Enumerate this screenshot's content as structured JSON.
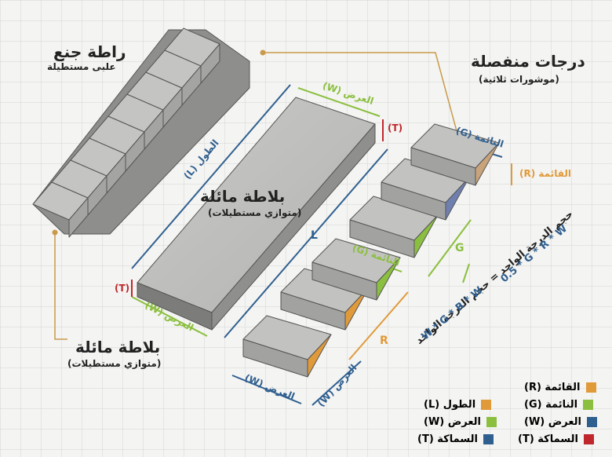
{
  "titles": {
    "stair": {
      "title": "راطة جنع",
      "subtitle": "علبى مستطيلة"
    },
    "steps": {
      "title": "درجات منفصلة",
      "subtitle": "(موشورات ثلاثية)"
    },
    "slab_center": {
      "title": "بلاطة مائلة",
      "subtitle": "(متوازي مستطيلات)"
    },
    "slab_bottom": {
      "title": "بلاطة مائلة",
      "subtitle": "(متوازي مستطيلات)"
    }
  },
  "dims": {
    "slab_length": "الطول (L)",
    "slab_width_top": "العرض (W)",
    "slab_width_bottom": "العرض (W)",
    "slab_t_top": "(T)",
    "slab_t_bottom": "(T)",
    "slab_L": "L",
    "step_going_top": "النائمة (G)",
    "step_rise_top": "القائمة (R)",
    "step_going_mid": "النائمة (G)",
    "step_G": "G",
    "step_R": "R",
    "step_width_a": "العرض (W)",
    "step_width_b": "العرض (W)"
  },
  "formula": {
    "line1": "حجم الدرجة الواحد = حجم الدرجة الواحد",
    "line2a": "W * G * R * W",
    "line2b": "0.5 * G * R * W"
  },
  "legend": [
    {
      "label": "القائمة (R)",
      "color": "#e09a3a"
    },
    {
      "label": "النائمة (G)",
      "color": "#8bbf3f"
    },
    {
      "label": "العرض (W)",
      "color": "#2f5f8f"
    },
    {
      "label": "السماكة (T)",
      "color": "#c0272d"
    },
    {
      "label": "الطول (L)",
      "color": "#e09a3a"
    },
    {
      "label": "العرض (W)",
      "color": "#8bbf3f"
    },
    {
      "label": "السماكة (T)",
      "color": "#2f5f8f"
    }
  ],
  "colors": {
    "rise": "#e09a3a",
    "going": "#8bbf3f",
    "width": "#2f5f8f",
    "thick": "#c0272d",
    "leader": "#c99a4a"
  }
}
